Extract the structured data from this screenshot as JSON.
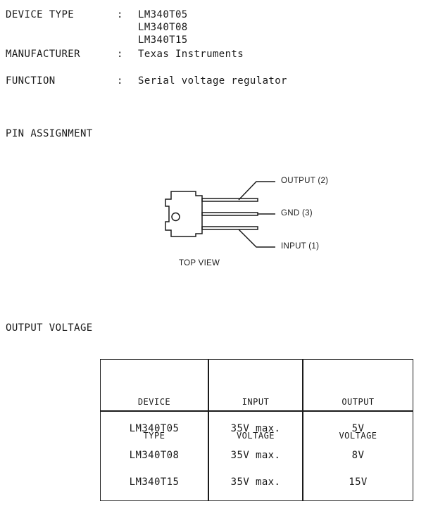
{
  "header": {
    "device_type_label": "DEVICE TYPE",
    "device_types": [
      "LM340T05",
      "LM340T08",
      "LM340T15"
    ],
    "manufacturer_label": "MANUFACTURER",
    "manufacturer": "Texas Instruments",
    "function_label": "FUNCTION",
    "function": "Serial voltage regulator",
    "separator": ":"
  },
  "pin_assignment": {
    "title": "PIN ASSIGNMENT",
    "pins": [
      "OUTPUT (2)",
      "GND (3)",
      "INPUT (1)"
    ],
    "view_label": "TOP VIEW"
  },
  "output_voltage": {
    "title": "OUTPUT VOLTAGE",
    "columns": [
      [
        "DEVICE",
        "TYPE"
      ],
      [
        "INPUT",
        "VOLTAGE"
      ],
      [
        "OUTPUT",
        "VOLTAGE"
      ]
    ],
    "rows": [
      [
        "LM340T05",
        "35V max.",
        "5V"
      ],
      [
        "LM340T08",
        "35V max.",
        "8V"
      ],
      [
        "LM340T15",
        "35V max.",
        "15V"
      ]
    ]
  }
}
